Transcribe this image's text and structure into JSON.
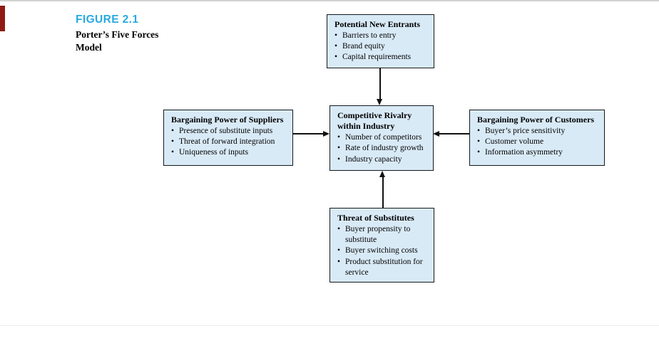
{
  "figure": {
    "label": "FIGURE 2.1",
    "title": "Porter’s Five Forces Model"
  },
  "colors": {
    "box_fill": "#d9eaf7",
    "box_border": "#14191e",
    "figure_label_blue": "#29a9e1",
    "accent_bar_red": "#8e1c14",
    "rule_gray": "#d2d2d2",
    "arrow_black": "#111111"
  },
  "boxes": {
    "top": {
      "title": "Potential New Entrants",
      "bullets": [
        "Barriers to entry",
        "Brand equity",
        "Capital requirements"
      ]
    },
    "left": {
      "title": "Bargaining Power of Suppliers",
      "bullets": [
        "Presence of substitute inputs",
        "Threat of forward integration",
        "Uniqueness of inputs"
      ]
    },
    "center": {
      "title": "Competitive Rivalry within Industry",
      "bullets": [
        "Number of competitors",
        "Rate of industry growth",
        "Industry capacity"
      ]
    },
    "right": {
      "title": "Bargaining Power of Customers",
      "bullets": [
        "Buyer’s price sensitivity",
        "Customer volume",
        "Information asymmetry"
      ]
    },
    "bottom": {
      "title": "Threat of Substitutes",
      "bullets": [
        "Buyer propensity to substitute",
        "Buyer switching costs",
        "Product substitution for service"
      ]
    }
  }
}
